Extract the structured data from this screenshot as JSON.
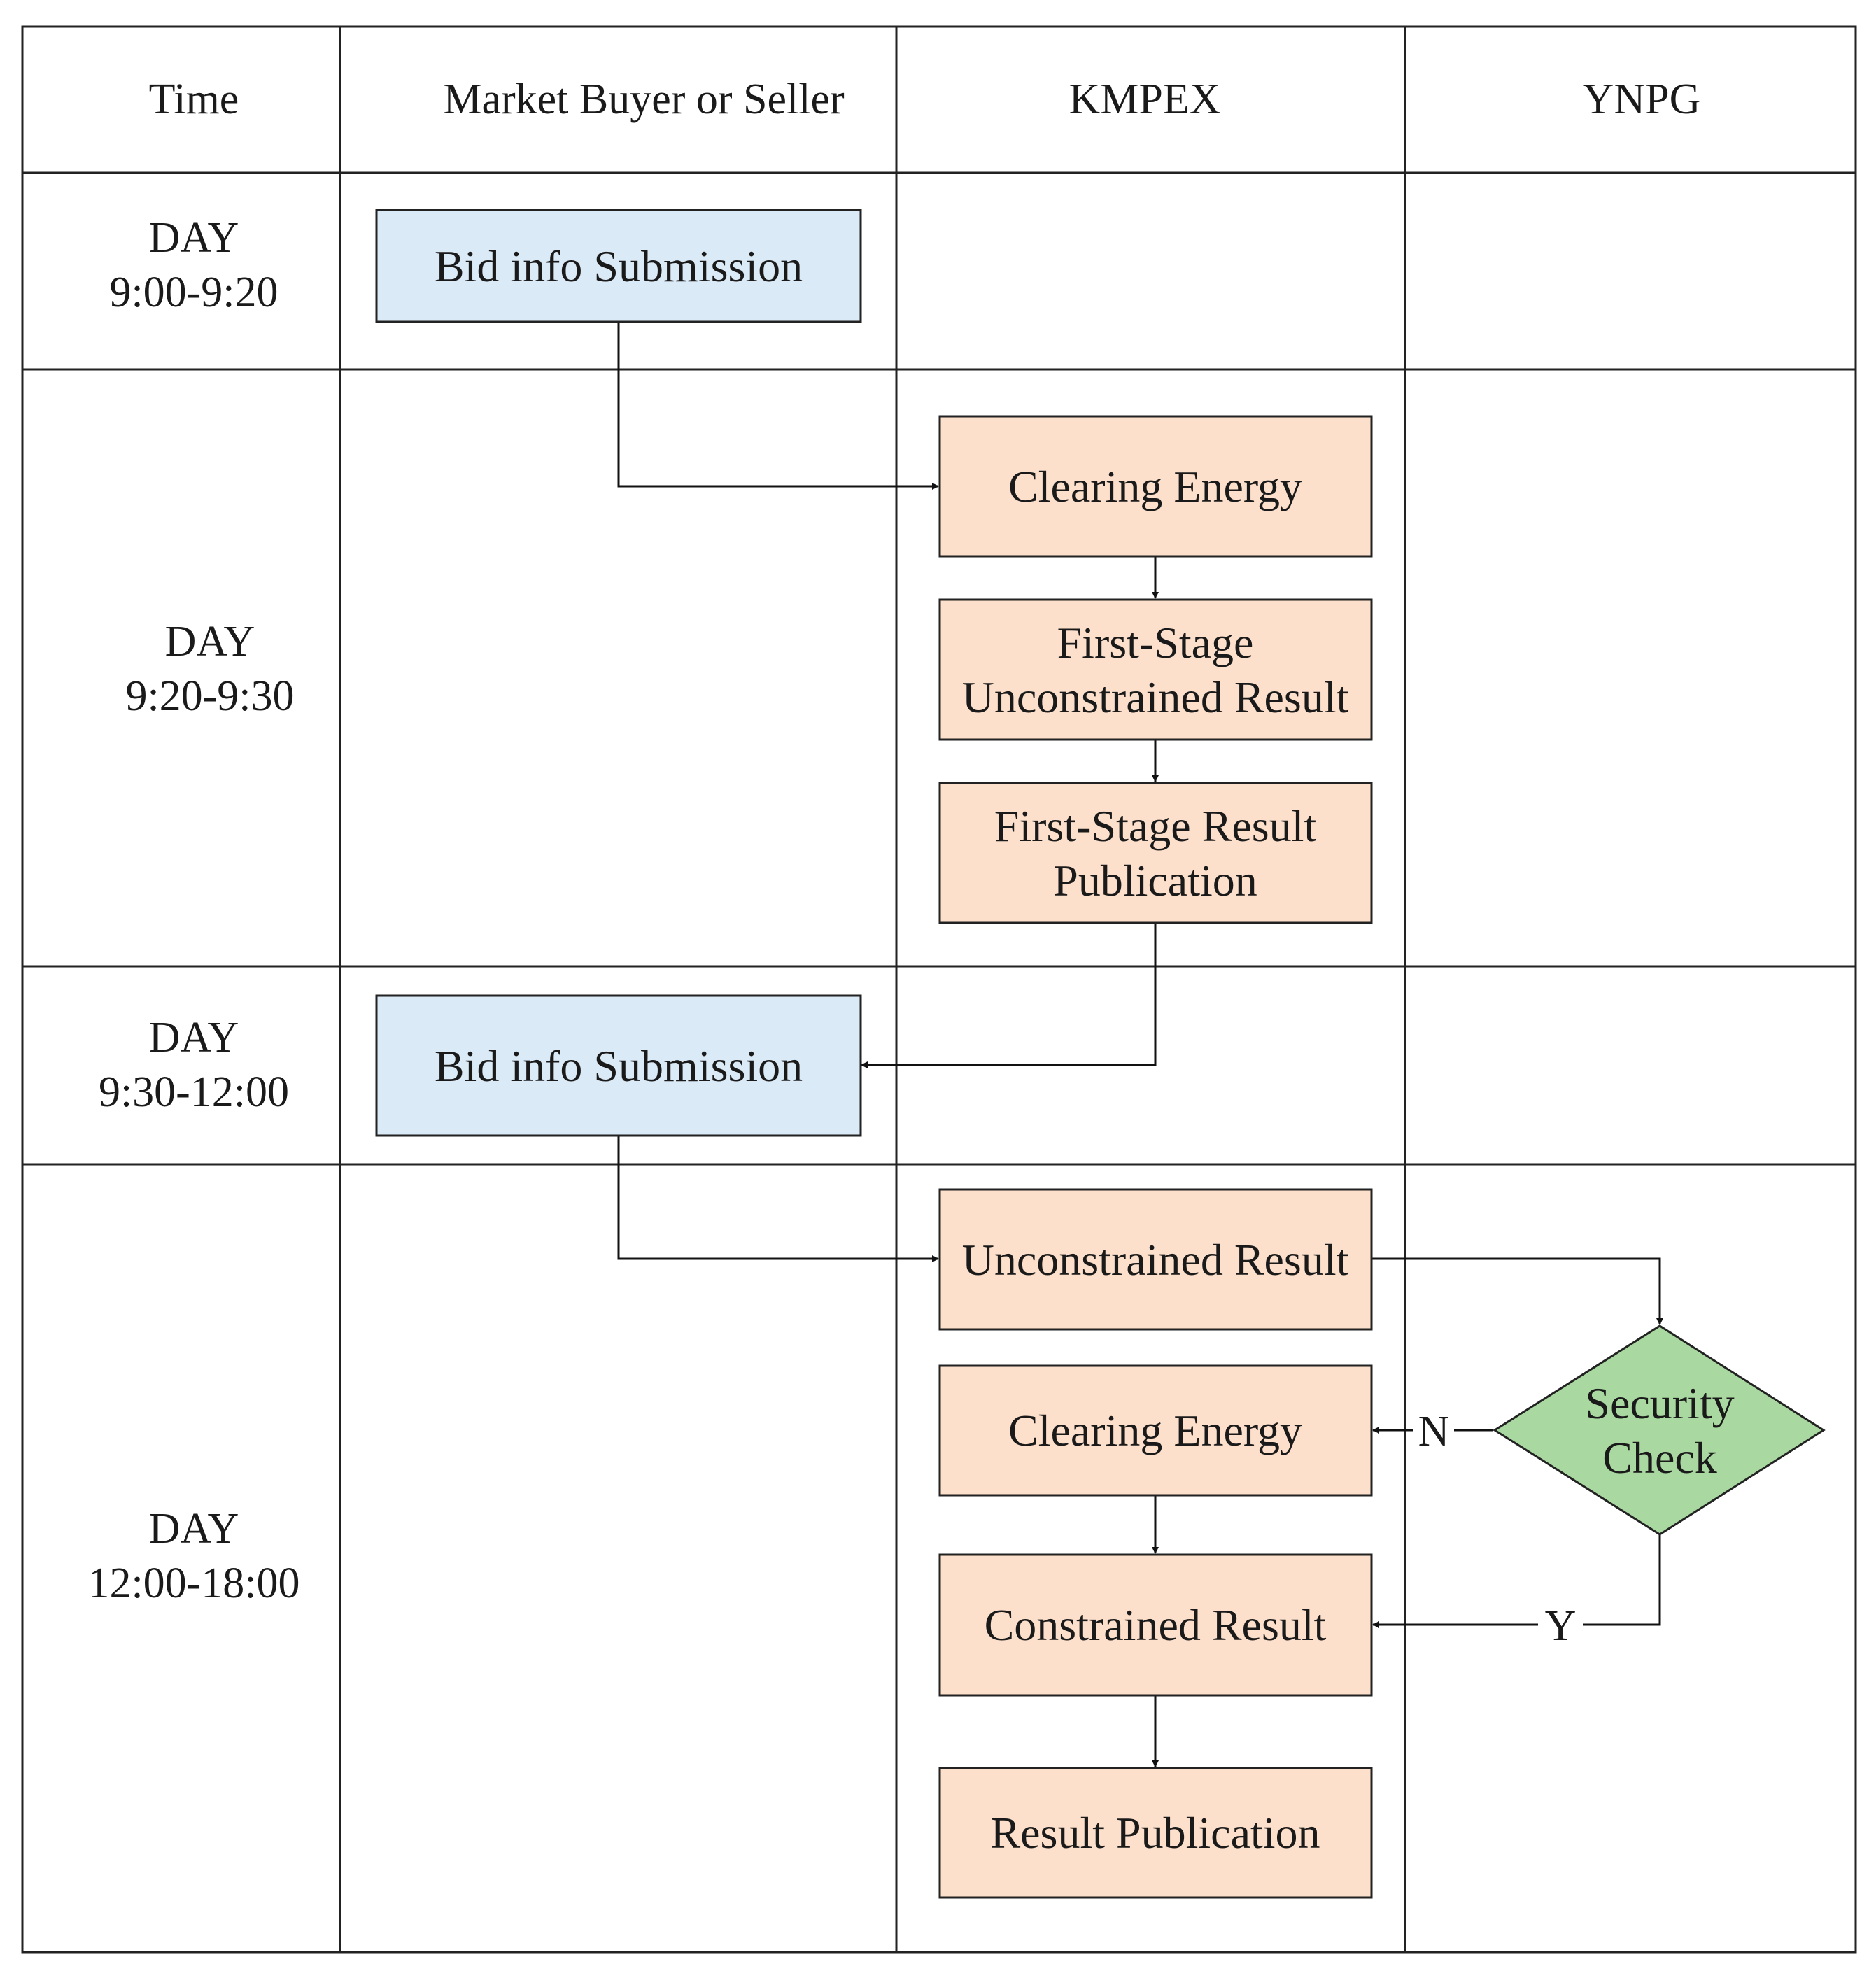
{
  "header": {
    "col_time": "Time",
    "col_participant": "Market Buyer or Seller",
    "col_exchange": "KMPEX",
    "col_grid": "YNPG"
  },
  "rows": [
    {
      "day": "DAY",
      "time": "9:00-9:20"
    },
    {
      "day": "DAY",
      "time": "9:20-9:30"
    },
    {
      "day": "DAY",
      "time": "9:30-12:00"
    },
    {
      "day": "DAY",
      "time": "12:00-18:00"
    }
  ],
  "nodes": {
    "bid_submission_1": [
      "Bid info Submission"
    ],
    "clearing_energy_1": [
      "Clearing Energy"
    ],
    "first_stage_unconstrained": [
      "First-Stage",
      "Unconstrained Result"
    ],
    "first_stage_publication": [
      "First-Stage Result",
      "Publication"
    ],
    "bid_submission_2": [
      "Bid info Submission"
    ],
    "unconstrained_result": [
      "Unconstrained Result"
    ],
    "clearing_energy_2": [
      "Clearing Energy"
    ],
    "constrained_result": [
      "Constrained Result"
    ],
    "result_publication": [
      "Result Publication"
    ],
    "security_check": [
      "Security",
      "Check"
    ]
  },
  "edge_labels": {
    "no": "N",
    "yes": "Y"
  },
  "colors": {
    "participant_fill": "#dbeaf7",
    "exchange_fill": "#fde0cc",
    "decision_fill": "#a9d8a0",
    "line": "#222222"
  }
}
